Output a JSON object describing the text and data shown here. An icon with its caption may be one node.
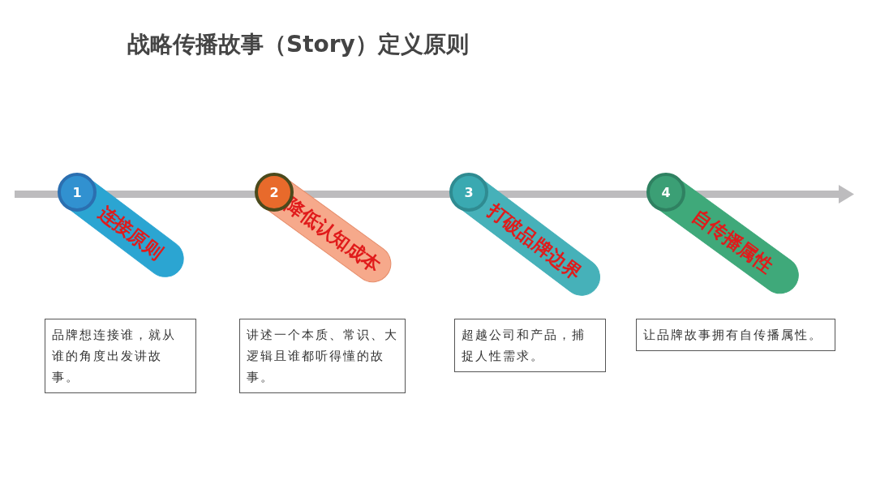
{
  "diagram": {
    "title": "战略传播故事（Story）定义原则",
    "nodes": [
      {
        "text": [
          "1",
          "连接原则"
        ]
      },
      {
        "text": [
          "2",
          "降低认知成本"
        ]
      },
      {
        "text": [
          "3",
          "打破品牌边界"
        ]
      },
      {
        "text": [
          "4",
          "自传播属性"
        ]
      },
      {
        "text": [
          "品牌想连接谁，就从谁的角度出发讲故事。"
        ]
      },
      {
        "text": [
          "讲述一个本质、常识、大逻辑且谁都听得懂的故事。"
        ]
      },
      {
        "text": [
          "超越公司和产品，捕捉人性需求。"
        ]
      },
      {
        "text": [
          "让品牌故事拥有自传播属性。"
        ]
      }
    ]
  }
}
